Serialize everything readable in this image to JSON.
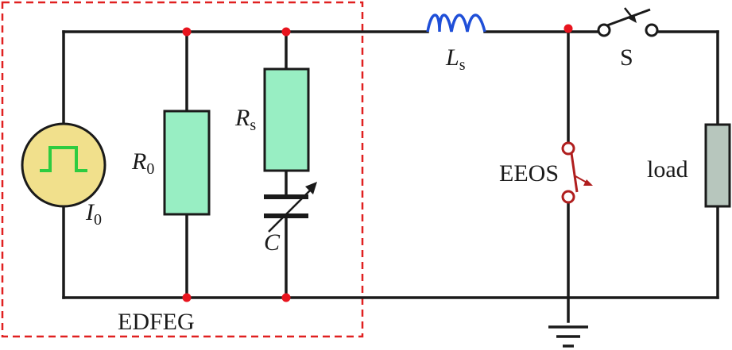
{
  "labels": {
    "source": {
      "main": "I",
      "sub": "0"
    },
    "r0": {
      "main": "R",
      "sub": "0"
    },
    "rs": {
      "main": "R",
      "sub": "s"
    },
    "capacitor": "C",
    "inductor": {
      "main": "L",
      "sub": "s"
    },
    "switch": "S",
    "eeos": "EEOS",
    "load": "load",
    "block": "EDFEG"
  },
  "colors": {
    "wire": "#1a1a1a",
    "resistor_fill": "#98eec3",
    "resistor_stroke": "#1a1a1a",
    "source_fill": "#f1e08c",
    "source_stroke": "#1a1a1a",
    "pulse": "#2ecc40",
    "inductor": "#1f4fd8",
    "junction": "#e8141e",
    "dashed_box": "#e02020",
    "eeos": "#b01e1e",
    "load_fill": "#b7c6bd"
  }
}
